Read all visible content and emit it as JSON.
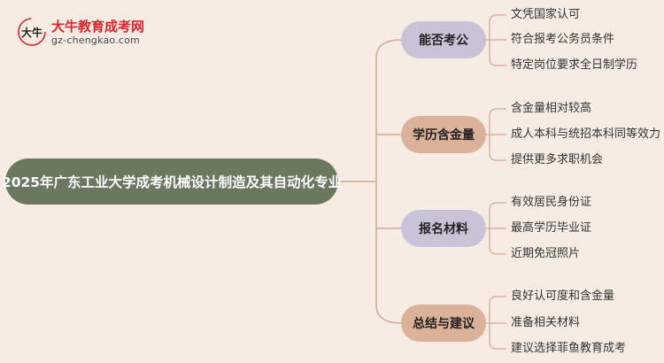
{
  "logo": {
    "mark_text": "大牛",
    "name": "大牛教育成考网",
    "url": "gz-chengkao.com"
  },
  "root": {
    "label": "2025年广东工业大学成考机械设计制造及其自动化专业"
  },
  "branches": [
    {
      "label": "能否考公",
      "items": [
        "文凭国家认可",
        "符合报考公务员条件",
        "特定岗位要求全日制学历"
      ]
    },
    {
      "label": "学历含金量",
      "items": [
        "含金量相对较高",
        "成人本科与统招本科同等效力",
        "提供更多求职机会"
      ]
    },
    {
      "label": "报名材料",
      "items": [
        "有效居民身份证",
        "最高学历毕业证",
        "近期免冠照片"
      ]
    },
    {
      "label": "总结与建议",
      "items": [
        "良好认可度和含金量",
        "准备相关材料",
        "建议选择菲鱼教育成考"
      ]
    }
  ],
  "colors": {
    "background": "#f6ece4",
    "root": "#6b7860",
    "branch_purple": "#c9c3d8",
    "branch_tan": "#dcb19a",
    "connector": "#d2a996"
  }
}
